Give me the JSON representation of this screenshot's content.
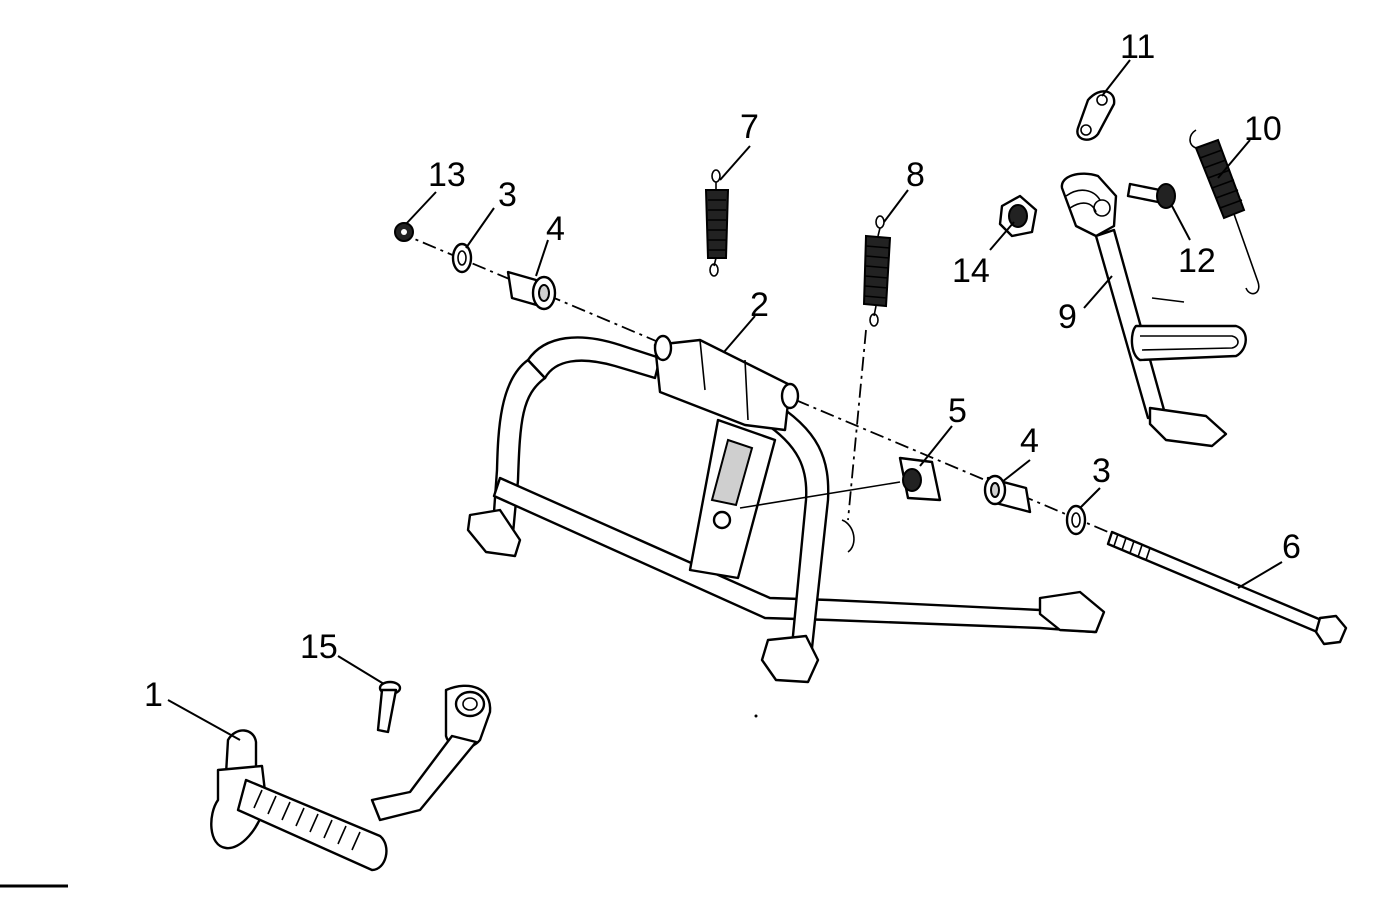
{
  "diagram": {
    "callouts": [
      "1",
      "2",
      "3",
      "4",
      "5",
      "6",
      "7",
      "8",
      "9",
      "10",
      "11",
      "12",
      "13",
      "14",
      "15",
      "3",
      "4"
    ]
  }
}
